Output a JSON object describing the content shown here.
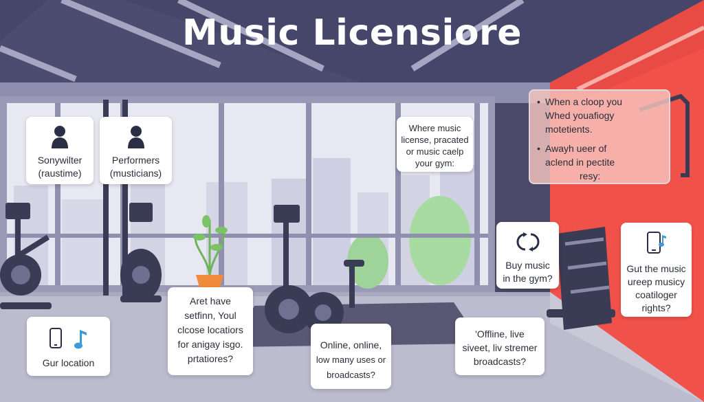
{
  "title": "Music Licensiore",
  "colors": {
    "ceiling": "#444466",
    "wall": "#8f8fb0",
    "red_wall": "#f0504a",
    "floor": "#b9b9cc",
    "icon_dark": "#2b2f45",
    "icon_blue": "#3a9bd6"
  },
  "cards": {
    "songwriter": {
      "icon": "person-icon",
      "lines": [
        "Sonywilter",
        "(raustime)"
      ]
    },
    "performers": {
      "icon": "person-icon",
      "lines": [
        "Performers",
        "(musticians)"
      ]
    },
    "where": {
      "lines": [
        "Where music",
        "license, pracated",
        "or music caelp",
        "your gym:"
      ]
    },
    "location": {
      "icons": [
        "phone-icon",
        "music-note-icon"
      ],
      "lines": [
        "Gur location"
      ]
    },
    "aret": {
      "lines": [
        "Aret have",
        "setfinn, Youl",
        "clcose locatiors",
        "for anigay isgo.",
        "prtatiores?"
      ]
    },
    "online": {
      "lines": [
        "Online, online,",
        "low many uses or",
        "broadcasts?"
      ]
    },
    "offline": {
      "lines": [
        "'Offline, live",
        "siveet, liv stremer",
        "broadcasts?"
      ]
    },
    "buy": {
      "icon": "sync-icon",
      "lines": [
        "Buy music",
        "in the gym?"
      ]
    },
    "gut": {
      "icon": "phone-music-icon",
      "lines": [
        "Gut the music",
        "ureep musicy",
        "coatiloger",
        "rights?"
      ]
    }
  },
  "note": {
    "bullet1": [
      "When a cloop you",
      "Whed youafiogy",
      "motetients."
    ],
    "bullet2": [
      "Awayh ueer of",
      "aclend in pectite",
      "resy:"
    ]
  }
}
